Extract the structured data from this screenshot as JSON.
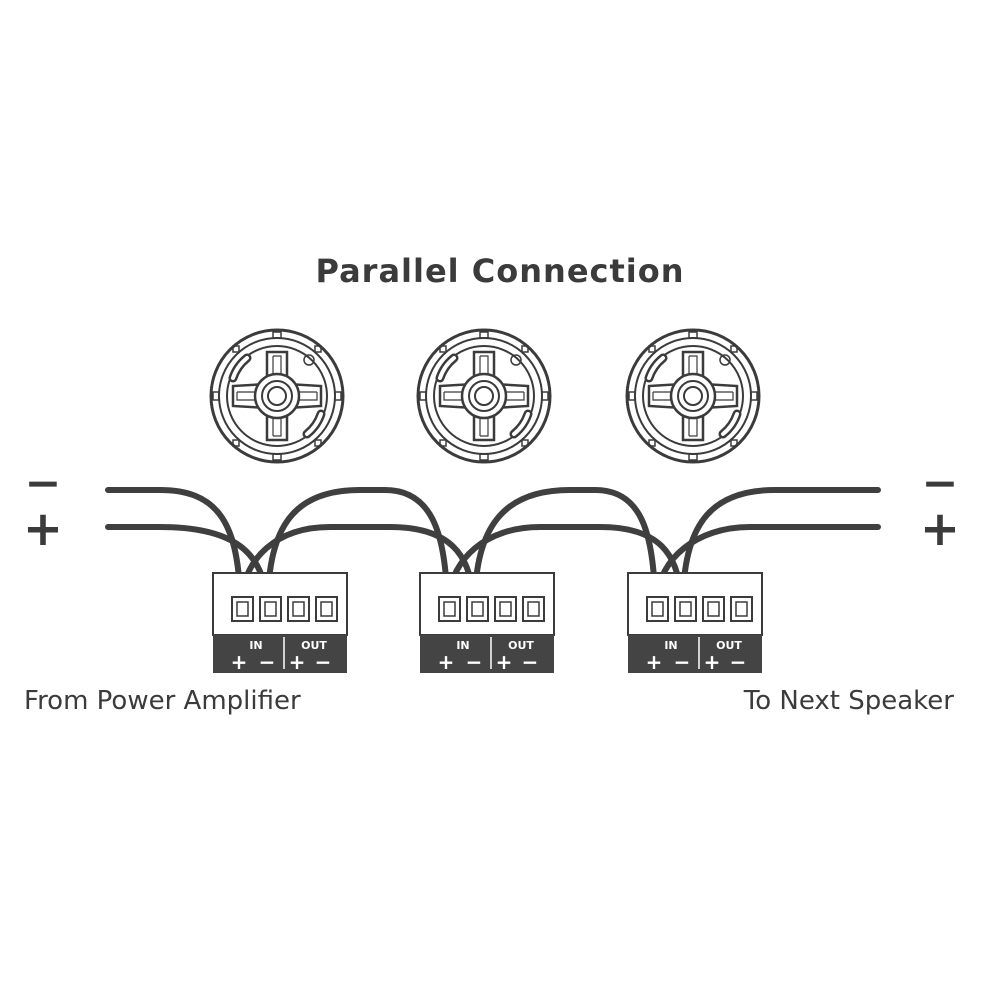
{
  "title": "Parallel Connection",
  "polarity": {
    "minus": "−",
    "plus": "+"
  },
  "terminal": {
    "in_label": "IN",
    "out_label": "OUT",
    "plus": "+",
    "minus": "−"
  },
  "captions": {
    "left": "From Power Amplifier",
    "right": "To Next Speaker"
  },
  "speakers": [
    {
      "name": "speaker-1"
    },
    {
      "name": "speaker-2"
    },
    {
      "name": "speaker-3"
    }
  ],
  "colors": {
    "wire": "#3f3f3f",
    "ink": "#3b3b3b",
    "terminal_band": "#444444"
  }
}
